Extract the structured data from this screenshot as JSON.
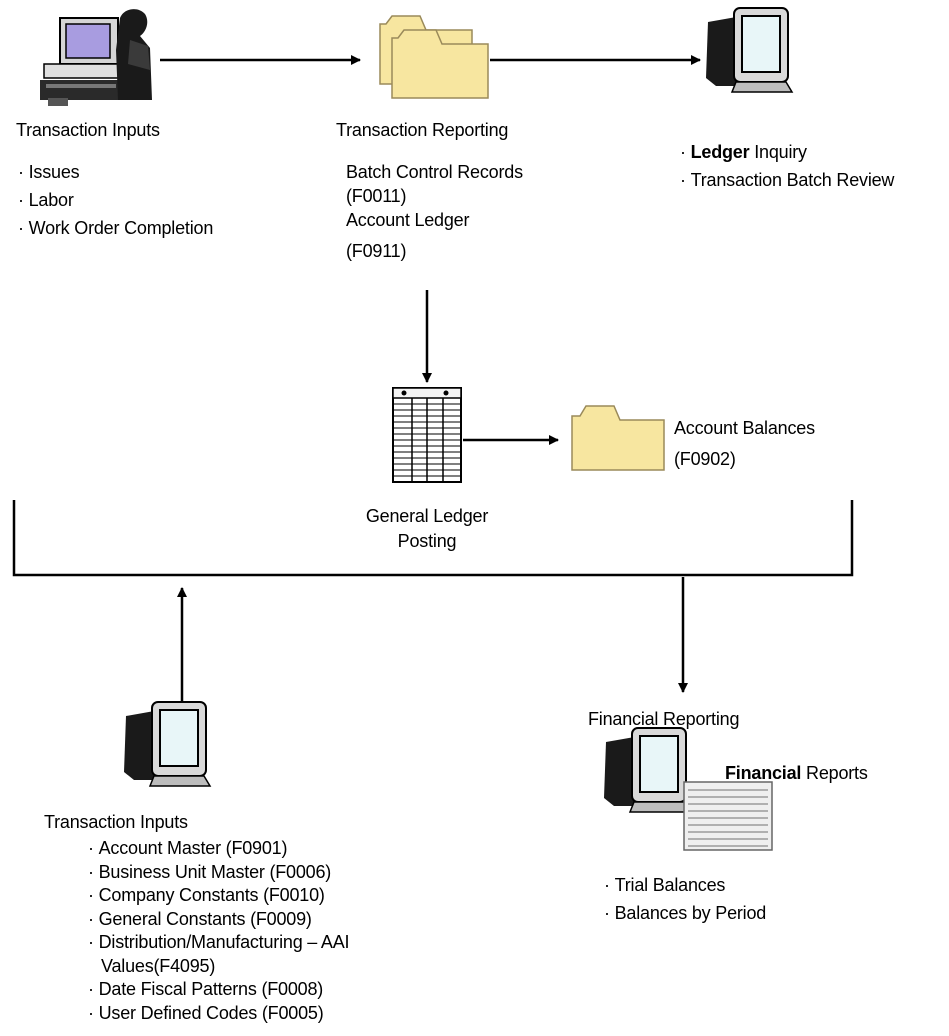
{
  "transaction_inputs_top": {
    "title": "Transaction Inputs",
    "items": [
      "Issues",
      "Labor",
      "Work Order Completion"
    ]
  },
  "transaction_reporting": {
    "title": "Transaction Reporting",
    "line1": "Batch Control Records",
    "line2": "(F0011)",
    "line3": "Account Ledger",
    "line4": "(F0911)"
  },
  "inquiry": {
    "item1_bold": "Ledger",
    "item1_rest": " Inquiry",
    "item2": "Transaction Batch Review"
  },
  "posting": {
    "line1": "General Ledger",
    "line2": "Posting"
  },
  "account_balances": {
    "line1": "Account Balances",
    "line2": "(F0902)"
  },
  "financial_reporting": {
    "title": "Financial Reporting",
    "reports_label_bold": "Financial",
    "reports_label_rest": " Reports",
    "items": [
      "Trial Balances",
      "Balances by Period"
    ]
  },
  "transaction_inputs_bottom": {
    "title": "Transaction Inputs",
    "items": [
      "Account Master (F0901)",
      "Business Unit Master (F0006)",
      "Company Constants (F0010)",
      "General Constants (F0009)",
      "Distribution/Manufacturing – AAI",
      "Date Fiscal Patterns (F0008)",
      "User Defined Codes (F0005)"
    ],
    "item_cont": "Values(F4095)"
  },
  "colors": {
    "folder_fill": "#F7E6A0",
    "folder_stroke": "#9A8A5A",
    "monitor_body": "#D9D9D9",
    "screen": "#E8F6F8",
    "workstation_screen": "#A89CE0",
    "line": "#000000"
  }
}
